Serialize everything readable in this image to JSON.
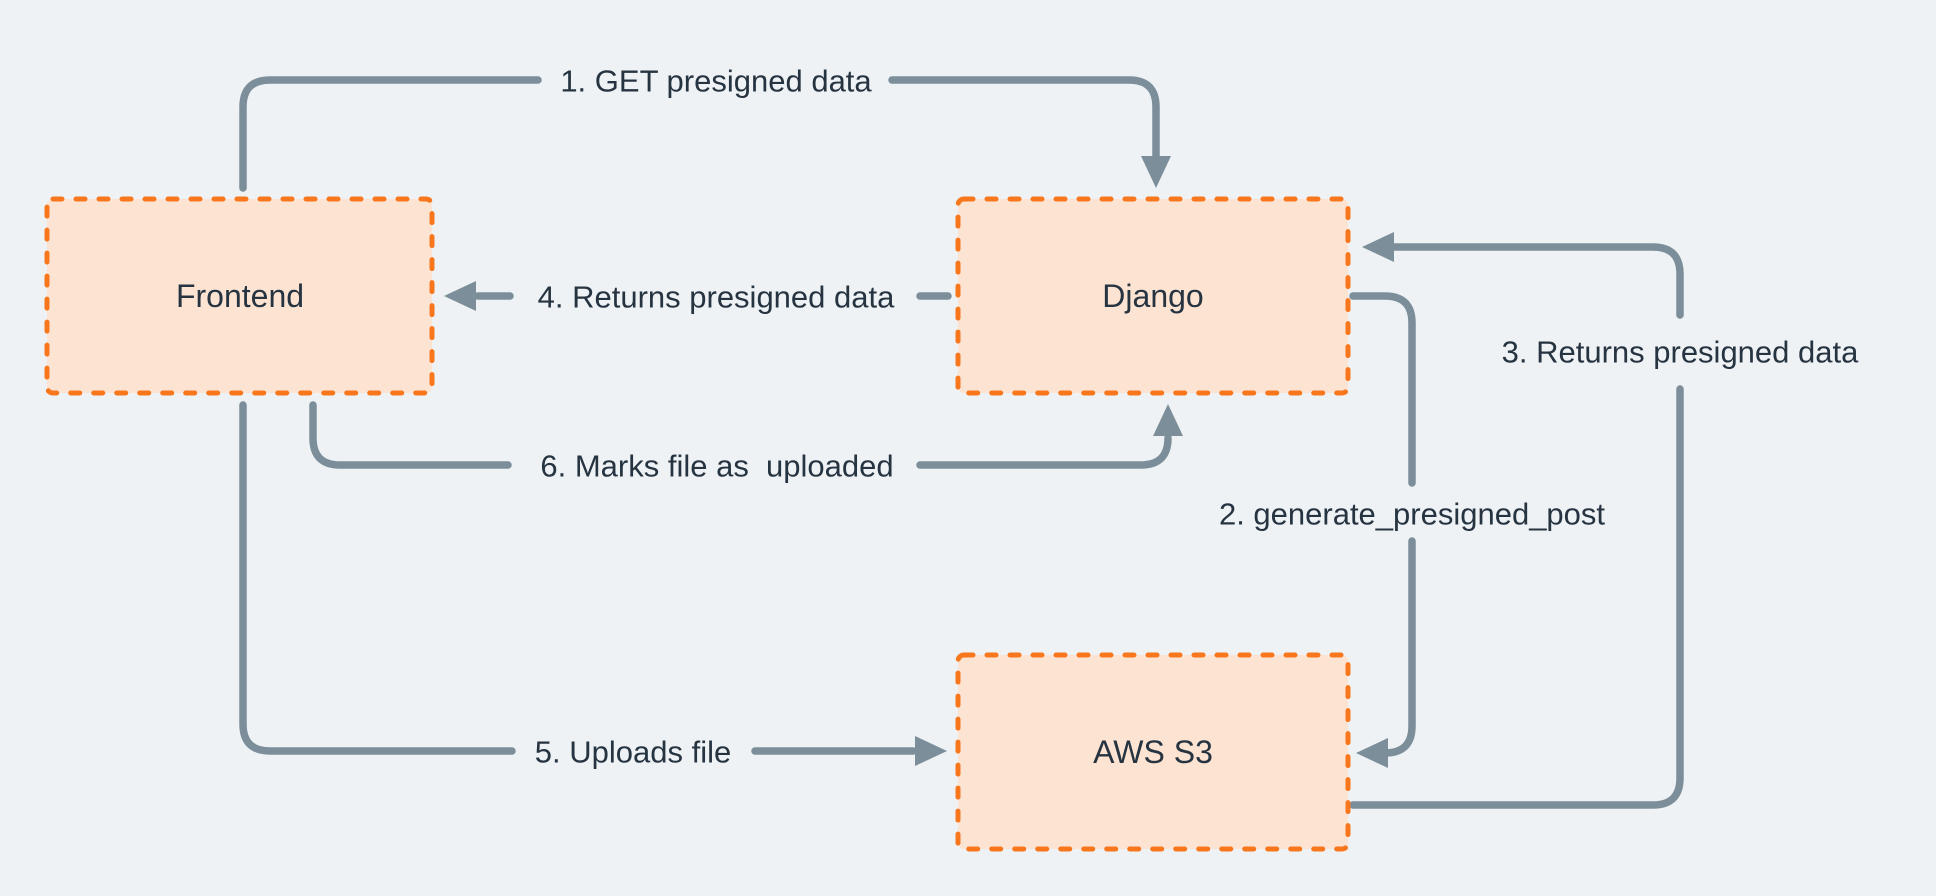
{
  "diagram": {
    "nodes": {
      "frontend": {
        "label": "Frontend"
      },
      "django": {
        "label": "Django"
      },
      "aws_s3": {
        "label": "AWS S3"
      }
    },
    "arrows": {
      "step1": {
        "label": "1. GET presigned data",
        "from": "Frontend",
        "to": "Django"
      },
      "step2": {
        "label": "2. generate_presigned_post",
        "from": "Django",
        "to": "AWS S3"
      },
      "step3": {
        "label": "3. Returns presigned data",
        "from": "AWS S3",
        "to": "Django"
      },
      "step4": {
        "label": "4. Returns presigned data",
        "from": "Django",
        "to": "Frontend"
      },
      "step5": {
        "label": "5. Uploads file",
        "from": "Frontend",
        "to": "AWS S3"
      },
      "step6": {
        "label": "6. Marks file as  uploaded",
        "from": "Frontend",
        "to": "Django"
      }
    },
    "colors": {
      "background": "#eef2f5",
      "node_fill": "#fde3d2",
      "node_border": "#f8771d",
      "arrow": "#7b8e9a",
      "text": "#263340"
    }
  }
}
